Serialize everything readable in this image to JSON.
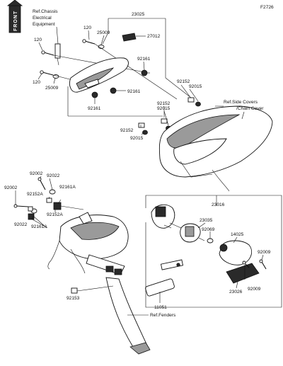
{
  "figure_code": "F2726",
  "front_badge": "FRONT",
  "watermark": "",
  "references": {
    "chassis_electrical": [
      "Ref.Chassis",
      "Electrical",
      "Equipment"
    ],
    "side_covers": [
      "Ref.Side Covers",
      "/Chain Cover"
    ],
    "fenders": "Ref.Fenders"
  },
  "labels": {
    "p23025": "23025",
    "p27012": "27012",
    "p120a": "120",
    "p25009a": "25009",
    "p120b": "120",
    "p120c": "120",
    "p25009b": "25009",
    "p92161a": "92161",
    "p92161b": "92161",
    "p92161c": "92161",
    "p92152a": "92152",
    "p92015a": "92015",
    "p92152b": "92152",
    "p92015b": "92015",
    "p92152c": "92152",
    "p92015c": "92015",
    "p92002a": "92002",
    "p92022a": "92022",
    "p92002b": "92002",
    "p92152A_a": "92152A",
    "p92161A_a": "92161A",
    "p92152A_b": "92152A",
    "p92022b": "92022",
    "p92161A_b": "92161A",
    "p23016": "23016",
    "p23035": "23035",
    "p92069": "92069",
    "p14025": "14025",
    "p92009a": "92009",
    "p92009b": "92009",
    "p23026": "23026",
    "p92153": "92153",
    "p11051": "11051"
  }
}
